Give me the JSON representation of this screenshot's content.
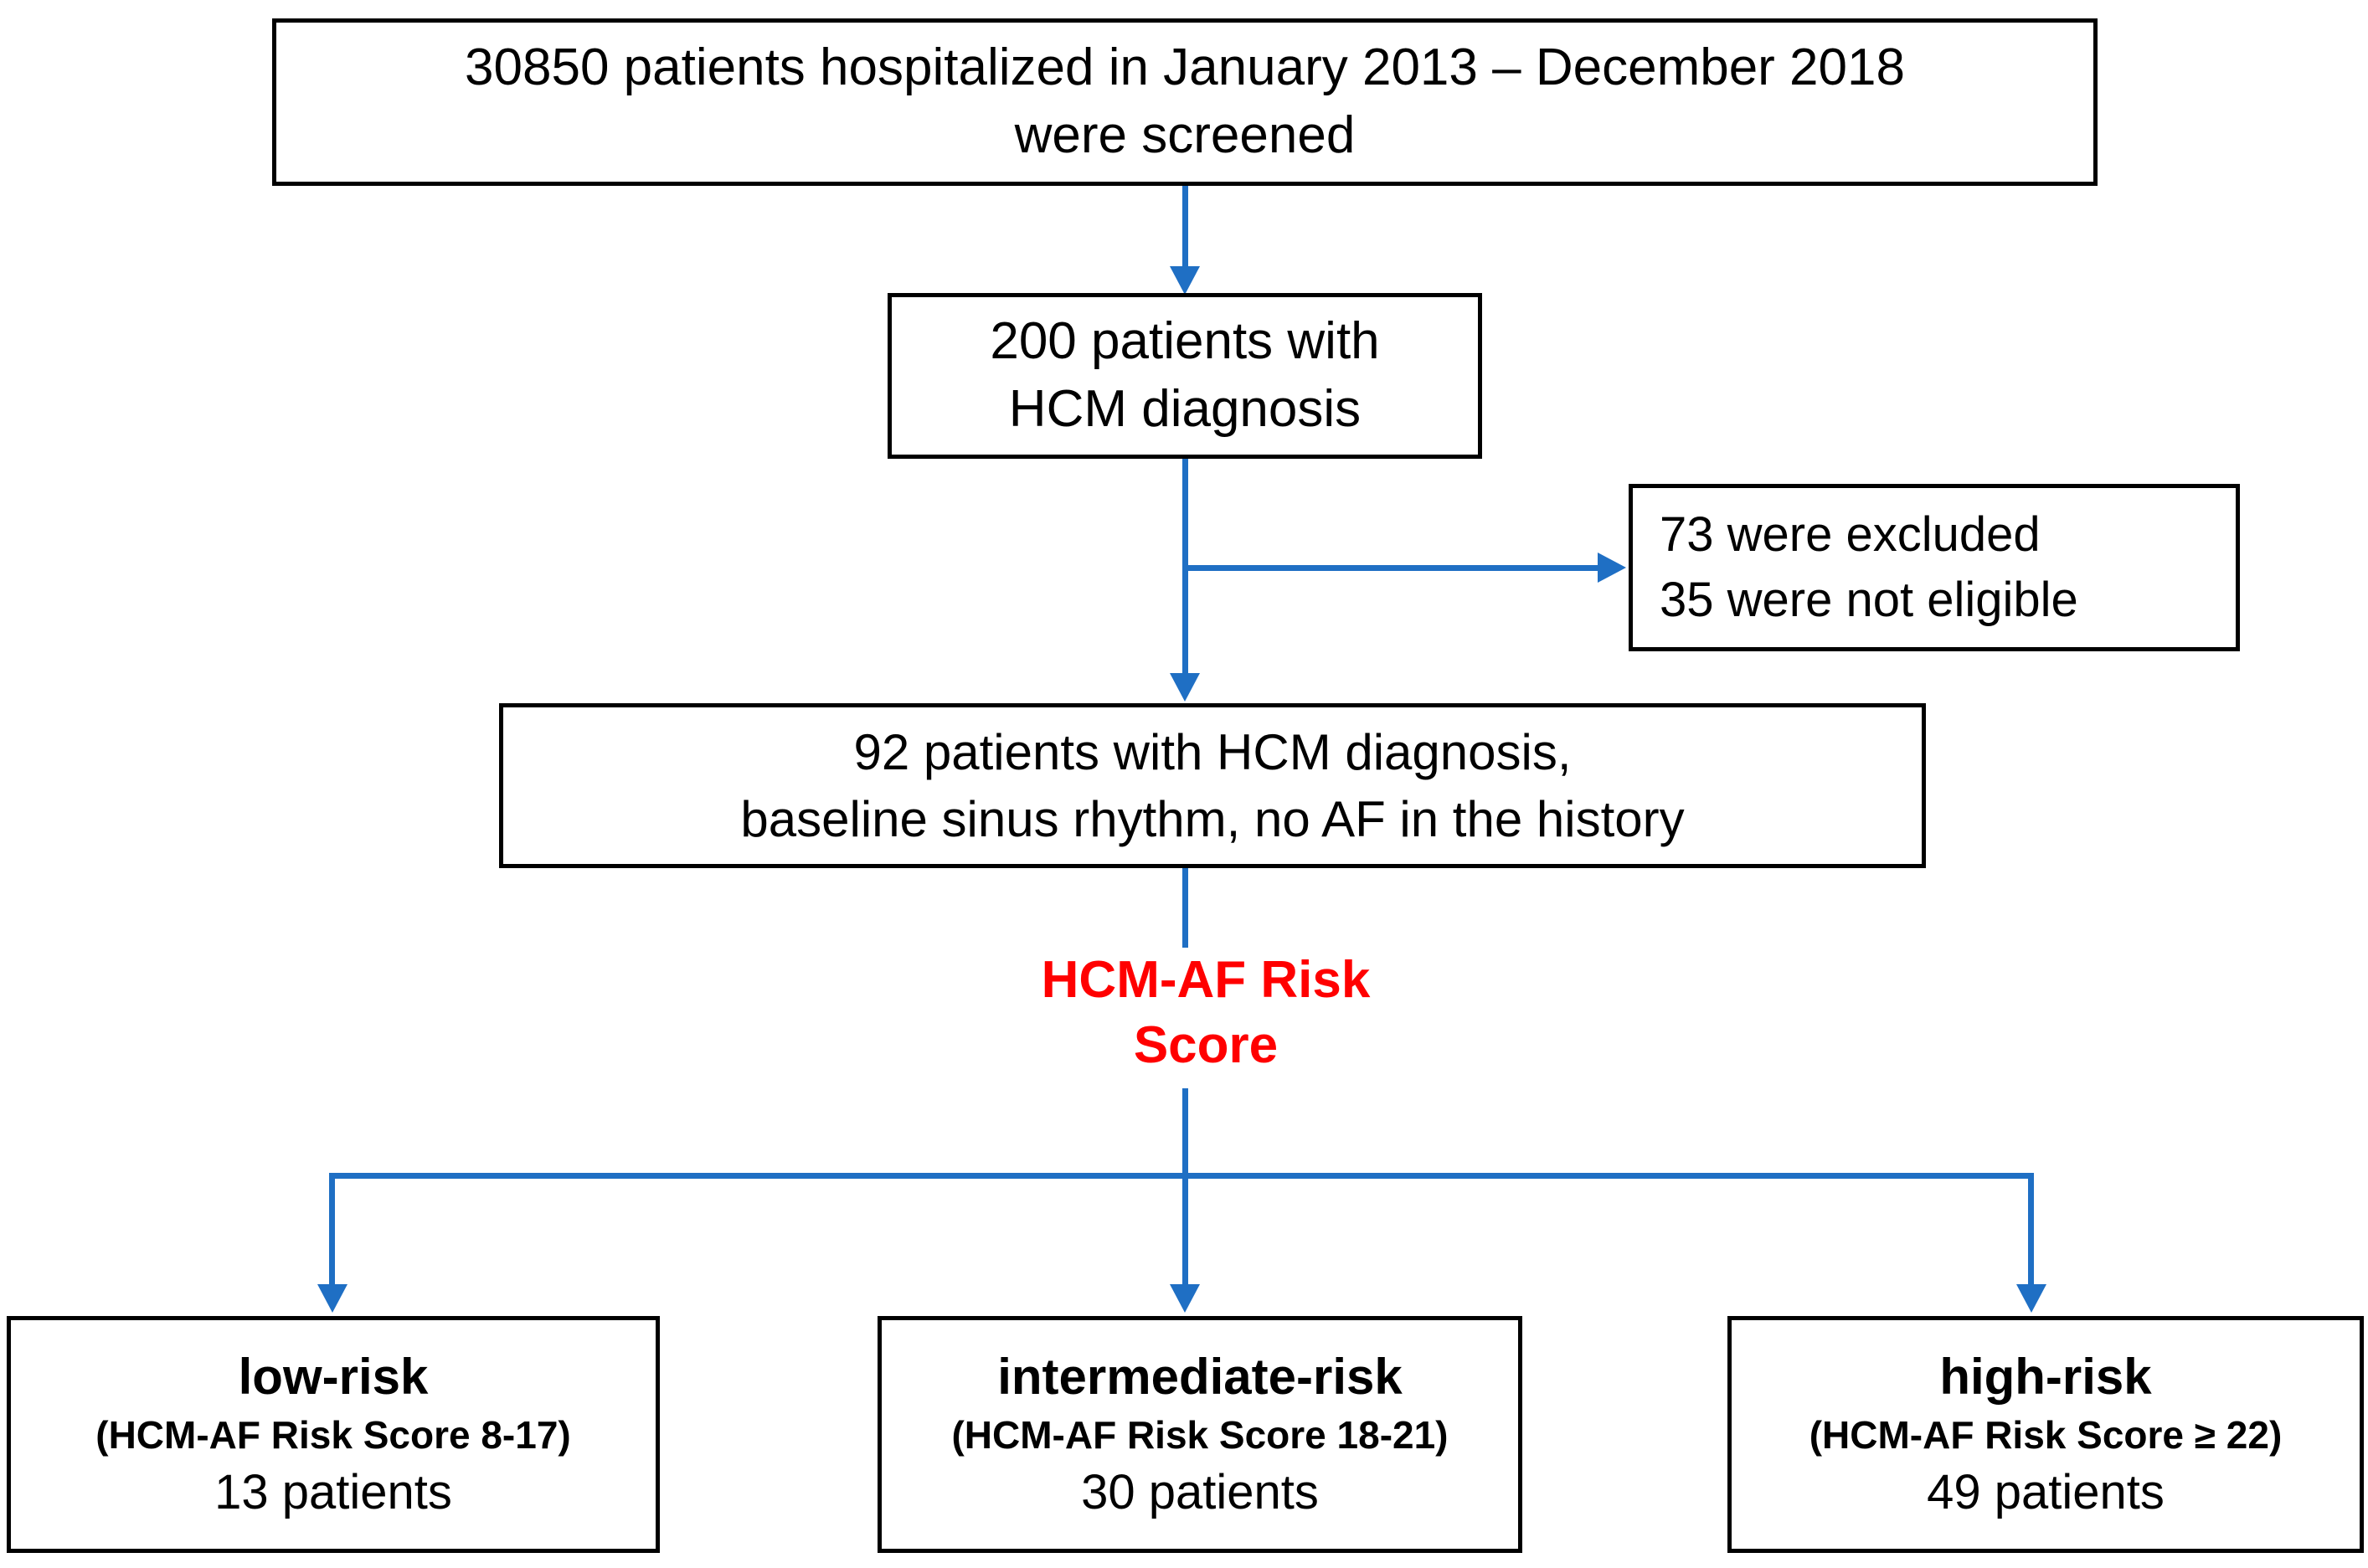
{
  "figure": {
    "type": "flowchart",
    "title": "HCM-AF patient selection flow",
    "accent_blue": "#1F6FC4",
    "accent_red": "#FF0000",
    "border_color": "#000000",
    "background": "#FFFFFF"
  },
  "nodes": {
    "screened": {
      "line1": "30850 patients hospitalized in January 2013 – December 2018",
      "line2": "were screened"
    },
    "hcm_diagnosis": {
      "line1": "200 patients with",
      "line2": "HCM diagnosis"
    },
    "excluded": {
      "line1": "73 were excluded",
      "line2": "35 were not eligible"
    },
    "eligible": {
      "line1": "92 patients with HCM diagnosis,",
      "line2": "baseline sinus rhythm, no AF in the history"
    },
    "risk_score": {
      "line1": "HCM-AF",
      "line2": "Risk Score"
    },
    "low_risk": {
      "title": "low-risk",
      "range": "(HCM-AF Risk Score 8-17)",
      "count": "13 patients"
    },
    "intermediate_risk": {
      "title": "intermediate-risk",
      "range": "(HCM-AF Risk Score 18-21)",
      "count": "30 patients"
    },
    "high_risk": {
      "title": "high-risk",
      "range": "(HCM-AF Risk Score ≥ 22)",
      "count": "49 patients"
    }
  }
}
